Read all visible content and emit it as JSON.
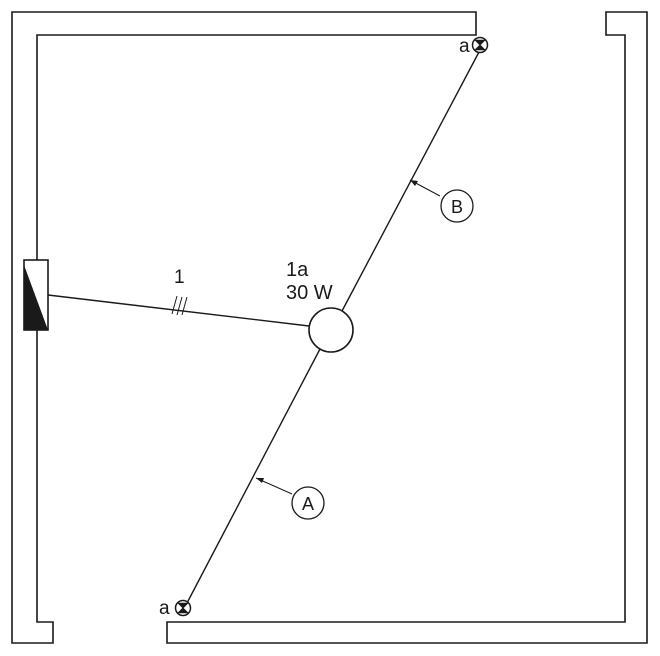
{
  "lamp": {
    "id": "1a",
    "power": "30 W"
  },
  "switch_circuit": {
    "label": "1"
  },
  "switches": [
    {
      "label": "a"
    },
    {
      "label": "a"
    }
  ],
  "routes": [
    {
      "label": "A"
    },
    {
      "label": "B"
    }
  ]
}
